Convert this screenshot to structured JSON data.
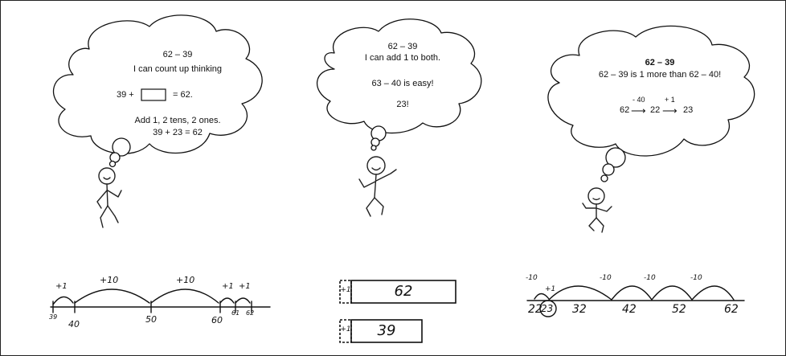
{
  "panel1": {
    "title": "62 – 39",
    "line1": "I can count up thinking",
    "eq_left": "39 +",
    "eq_right": "= 62.",
    "line3": "Add 1, 2 tens, 2 ones.",
    "line4": "39 + 23 = 62",
    "numberline": {
      "jumps": [
        "+1",
        "+10",
        "+10",
        "+1",
        "+1"
      ],
      "ticks": [
        "39",
        "40",
        "50",
        "60",
        "61",
        "62"
      ]
    }
  },
  "panel2": {
    "title": "62 – 39",
    "line1": "I can add 1 to both.",
    "line2": "63 – 40 is easy!",
    "line3": "23!",
    "bars": [
      {
        "label": "+1",
        "value": "62"
      },
      {
        "label": "+1",
        "value": "39"
      }
    ]
  },
  "panel3": {
    "title": "62 – 39",
    "line1": "62 – 39 is 1 more than 62 – 40!",
    "chain": {
      "start": "62",
      "op1": "- 40",
      "mid": "22",
      "op2": "+ 1",
      "end": "23"
    },
    "numberline": {
      "jumps": [
        "-10",
        "-10",
        "-10",
        "-10",
        "+1"
      ],
      "ticks": [
        "22",
        "23",
        "32",
        "42",
        "52",
        "62"
      ]
    }
  }
}
